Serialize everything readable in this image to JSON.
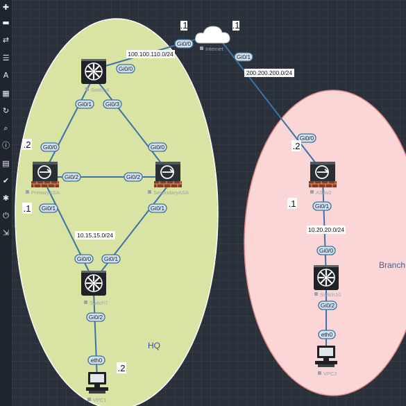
{
  "toolbar": {
    "icons": [
      "plus-icon",
      "device-icon",
      "network-icon",
      "list-icon",
      "text-icon",
      "grid-icon",
      "refresh-icon",
      "zoom-icon",
      "info-icon",
      "notes-icon",
      "check-icon",
      "settings-icon",
      "power-icon",
      "export-icon"
    ]
  },
  "colors": {
    "canvas": "#2b313b",
    "hq_zone": "#d9e3a3",
    "branch_zone": "#fbd6d6",
    "link": "#3b73a8",
    "port_fill": "#d4e2f0"
  },
  "zones": {
    "hq": "HQ",
    "branch": "Branch"
  },
  "devices": {
    "internet": "Internet",
    "switch8": "Switch8",
    "primary_asa": "PrimaryASA",
    "secondary_asa": "SecondaryASA",
    "switch7": "Switch7",
    "vpc1": "VPC1",
    "asav2": "ASAv2",
    "switch10": "Switch10",
    "vpc2": "VPC2"
  },
  "ports": {
    "inet_gi00": "Gi0/0",
    "inet_gi01": "Gi0/1",
    "sw8_gi00": "Gi0/0",
    "sw8_gi01": "Gi0/1",
    "sw8_gi03": "Gi0/3",
    "pasa_gi00": "Gi0/0",
    "pasa_gi02": "Gi0/2",
    "pasa_gi01": "Gi0/1",
    "sasa_gi00": "Gi0/0",
    "sasa_gi02": "Gi0/2",
    "sasa_gi01": "Gi0/1",
    "sw7_gi00": "Gi0/0",
    "sw7_gi01": "Gi0/1",
    "sw7_gi02": "Gi0/2",
    "vpc1_eth0": "eth0",
    "asav2_gi00": "Gi0/0",
    "asav2_gi01": "Gi0/1",
    "sw10_gi00": "Gi0/0",
    "sw10_gi02": "Gi0/2",
    "vpc2_eth0": "eth0"
  },
  "networks": {
    "hq_wan": "100.100.110.0/24",
    "branch_wan": "200.200.200.0/24",
    "hq_lan": "10.15.15.0/24",
    "branch_lan": "10.20.20.0/24"
  },
  "ip_labels": {
    "inet_left": ".1",
    "inet_right": ".1",
    "pasa_out": ".2",
    "pasa_in": ".1",
    "vpc1": ".2",
    "asav2_out": ".2",
    "asav2_in": ".1"
  }
}
